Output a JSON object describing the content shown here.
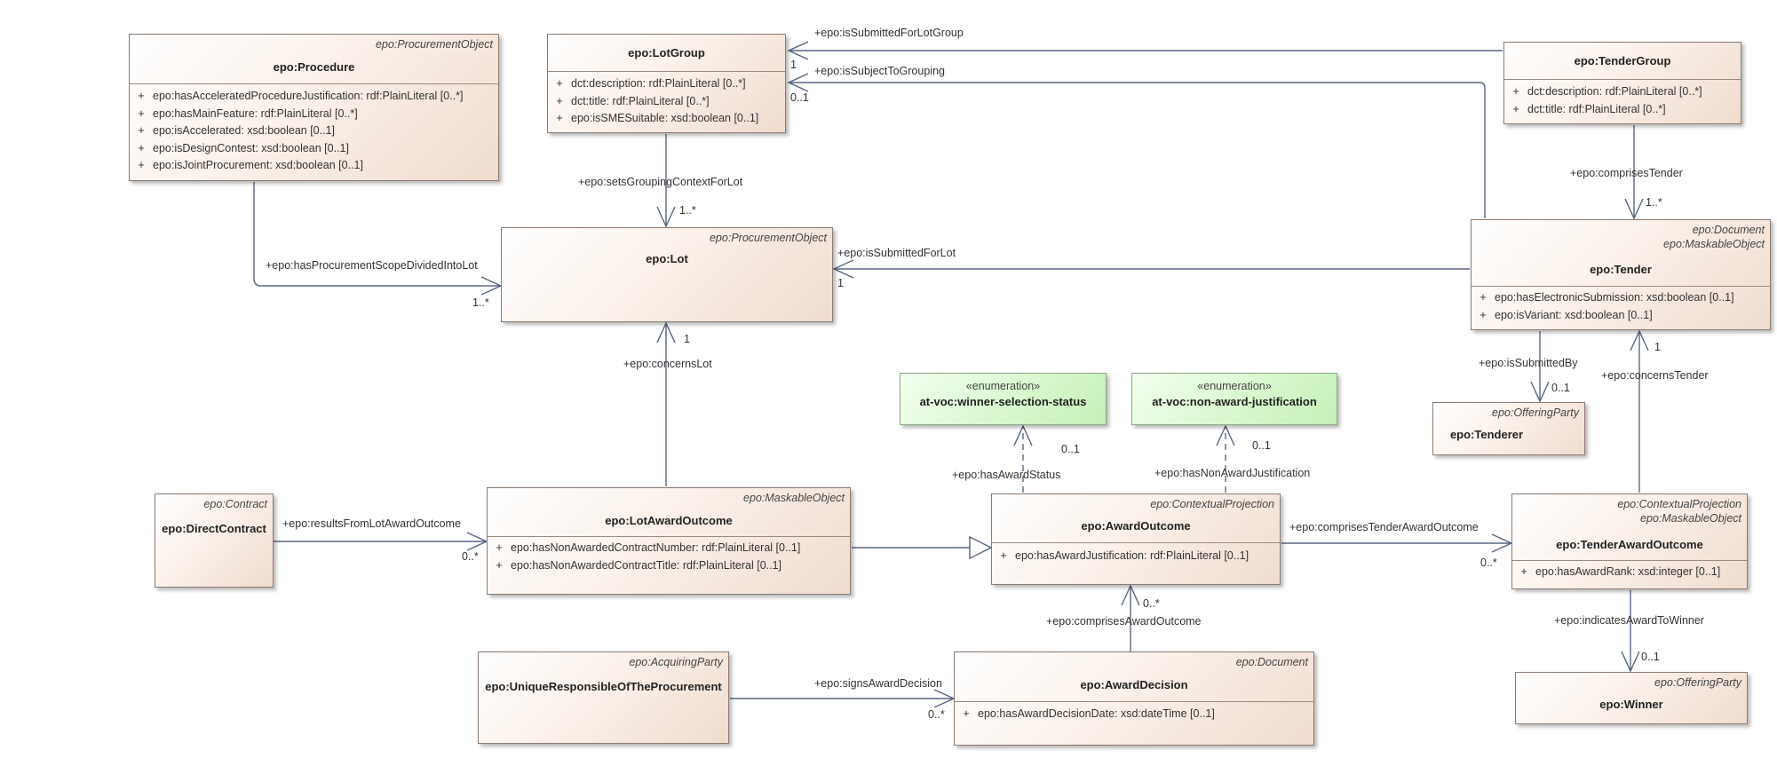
{
  "classes": {
    "procedure": {
      "stereotype": "epo:ProcurementObject",
      "name": "epo:Procedure",
      "attributes": [
        "epo:hasAcceleratedProcedureJustification: rdf:PlainLiteral [0..*]",
        "epo:hasMainFeature: rdf:PlainLiteral [0..*]",
        "epo:isAccelerated: xsd:boolean [0..1]",
        "epo:isDesignContest: xsd:boolean [0..1]",
        "epo:isJointProcurement: xsd:boolean [0..1]"
      ]
    },
    "lotGroup": {
      "name": "epo:LotGroup",
      "attributes": [
        "dct:description: rdf:PlainLiteral [0..*]",
        "dct:title: rdf:PlainLiteral [0..*]",
        "epo:isSMESuitable: xsd:boolean [0..1]"
      ]
    },
    "tenderGroup": {
      "name": "epo:TenderGroup",
      "attributes": [
        "dct:description: rdf:PlainLiteral [0..*]",
        "dct:title: rdf:PlainLiteral [0..*]"
      ]
    },
    "lot": {
      "stereotype": "epo:ProcurementObject",
      "name": "epo:Lot"
    },
    "tender": {
      "stereotype1": "epo:Document",
      "stereotype2": "epo:MaskableObject",
      "name": "epo:Tender",
      "attributes": [
        "epo:hasElectronicSubmission: xsd:boolean [0..1]",
        "epo:isVariant: xsd:boolean [0..1]"
      ]
    },
    "winnerStatus": {
      "stereotype": "«enumeration»",
      "name": "at-voc:winner-selection-status"
    },
    "nonAwardJust": {
      "stereotype": "«enumeration»",
      "name": "at-voc:non-award-justification"
    },
    "tenderer": {
      "stereotype": "epo:OfferingParty",
      "name": "epo:Tenderer"
    },
    "directContract": {
      "stereotype": "epo:Contract",
      "name": "epo:DirectContract"
    },
    "lotAwardOutcome": {
      "stereotype": "epo:MaskableObject",
      "name": "epo:LotAwardOutcome",
      "attributes": [
        "epo:hasNonAwardedContractNumber: rdf:PlainLiteral [0..1]",
        "epo:hasNonAwardedContractTitle: rdf:PlainLiteral [0..1]"
      ]
    },
    "awardOutcome": {
      "stereotype": "epo:ContextualProjection",
      "name": "epo:AwardOutcome",
      "attributes": [
        "epo:hasAwardJustification: rdf:PlainLiteral [0..1]"
      ]
    },
    "tenderAwardOutcome": {
      "stereotype1": "epo:ContextualProjection",
      "stereotype2": "epo:MaskableObject",
      "name": "epo:TenderAwardOutcome",
      "attributes": [
        "epo:hasAwardRank: xsd:integer [0..1]"
      ]
    },
    "uniqueResponsible": {
      "stereotype": "epo:AcquiringParty",
      "name": "epo:UniqueResponsibleOfTheProcurement"
    },
    "awardDecision": {
      "stereotype": "epo:Document",
      "name": "epo:AwardDecision",
      "attributes": [
        "epo:hasAwardDecisionDate: xsd:dateTime [0..1]"
      ]
    },
    "winner": {
      "stereotype": "epo:OfferingParty",
      "name": "epo:Winner"
    }
  },
  "attr_marker": "+",
  "labels": {
    "isSubmittedForLotGroup": "+epo:isSubmittedForLotGroup",
    "isSubjectToGrouping": "+epo:isSubjectToGrouping",
    "setsGroupingContextForLot": "+epo:setsGroupingContextForLot",
    "hasProcurementScopeDividedIntoLot": "+epo:hasProcurementScopeDividedIntoLot",
    "isSubmittedForLot": "+epo:isSubmittedForLot",
    "comprisesTender": "+epo:comprisesTender",
    "concernsLot": "+epo:concernsLot",
    "isSubmittedBy": "+epo:isSubmittedBy",
    "concernsTender": "+epo:concernsTender",
    "hasAwardStatus": "+epo:hasAwardStatus",
    "hasNonAwardJustification": "+epo:hasNonAwardJustification",
    "resultsFromLotAwardOutcome": "+epo:resultsFromLotAwardOutcome",
    "comprisesTenderAwardOutcome": "+epo:comprisesTenderAwardOutcome",
    "comprisesAwardOutcome": "+epo:comprisesAwardOutcome",
    "indicatesAwardToWinner": "+epo:indicatesAwardToWinner",
    "signsAwardDecision": "+epo:signsAwardDecision"
  },
  "multiplicities": {
    "lotGroup_1": "1",
    "lotGroup_01": "0..1",
    "lot_1star_top": "1..*",
    "lot_1star_left": "1..*",
    "lot_1_right": "1",
    "tender_1star": "1..*",
    "lot_1_bottom": "1",
    "tenderer_01": "0..1",
    "tender_1": "1",
    "winnerStatus_01": "0..1",
    "nonAward_01": "0..1",
    "lotAward_0star": "0..*",
    "tenderAward_0star": "0..*",
    "awardOutcome_0star": "0..*",
    "winner_01": "0..1",
    "awardDecision_0star": "0..*"
  }
}
